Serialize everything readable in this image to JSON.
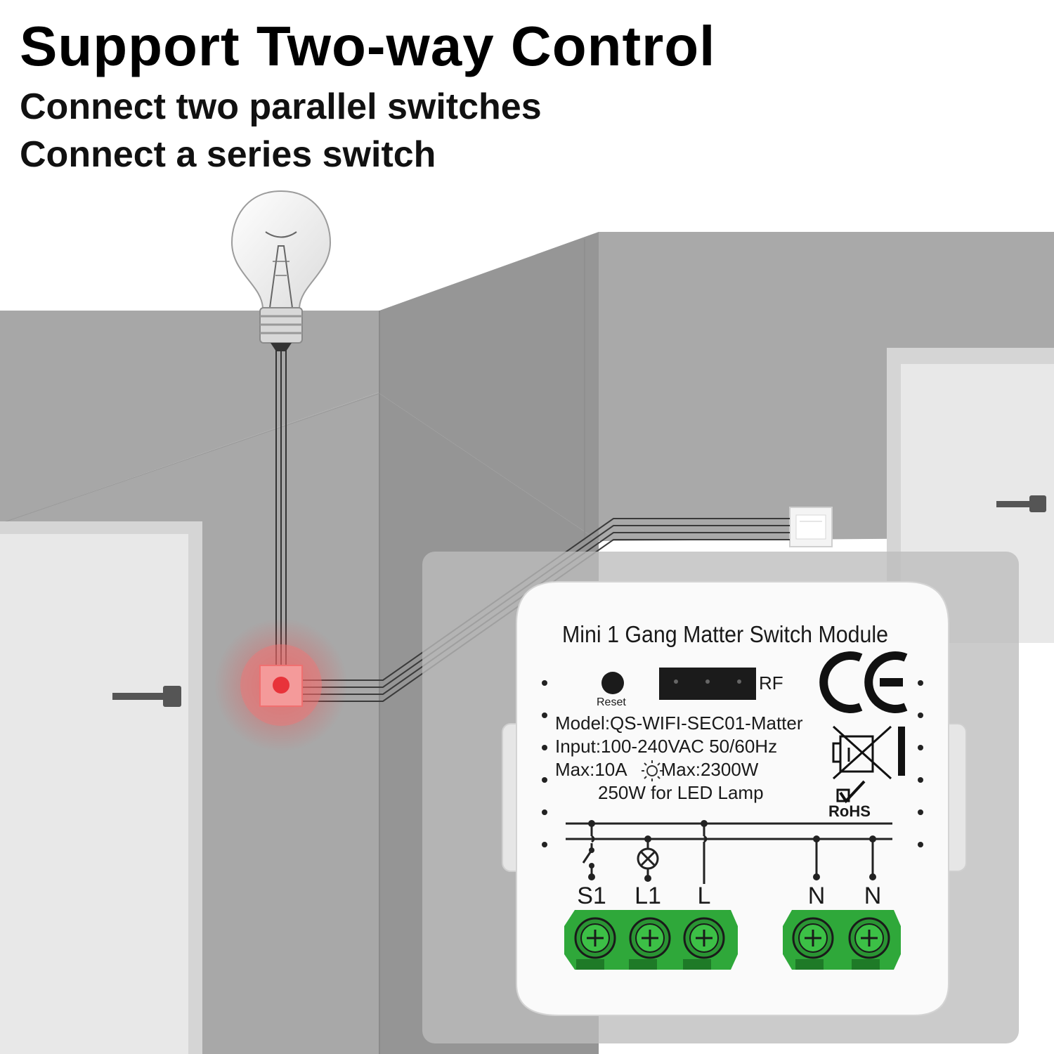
{
  "headline": "Support Two-way Control",
  "subtitle_lines": [
    "Connect two parallel switches",
    "Connect a series switch"
  ],
  "module": {
    "title": "Mini 1 Gang Matter Switch Module",
    "reset_label": "Reset",
    "rf_label": "RF",
    "specs": {
      "model": "Model:QS-WIFI-SEC01-Matter",
      "input": "Input:100-240VAC 50/60Hz",
      "max_current": "Max:10A",
      "max_power": "Max:2300W",
      "led": "250W for LED Lamp"
    },
    "marks": {
      "ce": "CE",
      "rohs": "RoHS"
    },
    "terminals": [
      "S1",
      "L1",
      "L",
      "N",
      "N"
    ]
  },
  "colors": {
    "wall": "#a9a9a9",
    "wall_dark": "#8f8f8f",
    "terminal_green": "#2fa83a",
    "highlight_red": "#f04a4a",
    "module_white": "#fafafa"
  },
  "icons": [
    "light-bulb-icon",
    "wall-switch-icon",
    "junction-box-icon",
    "door-handle-icon",
    "ce-mark-icon",
    "weee-bin-icon",
    "rohs-check-icon",
    "lamp-symbol-icon",
    "switch-symbol-icon"
  ]
}
